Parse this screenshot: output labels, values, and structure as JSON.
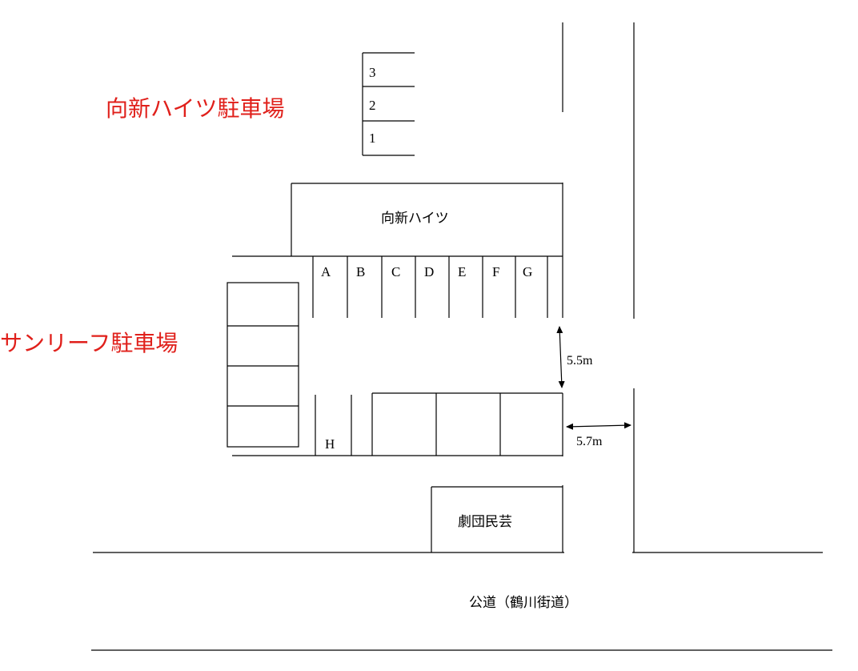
{
  "titles": {
    "mukaishin_parking": "向新ハイツ駐車場",
    "sunleaf_parking": "サンリーフ駐車場"
  },
  "buildings": {
    "mukaishin_heights": "向新ハイツ",
    "gekidan_mingei": "劇団民芸"
  },
  "road": "公道（鶴川街道）",
  "small_lot_slots": [
    "3",
    "2",
    "1"
  ],
  "main_row_slots": [
    "A",
    "B",
    "C",
    "D",
    "E",
    "F",
    "G"
  ],
  "lower_slot": "H",
  "measurements": {
    "aisle_width": "5.5m",
    "entrance_width": "5.7m"
  },
  "colors": {
    "title": "#e0201b",
    "lines": "#000000"
  }
}
